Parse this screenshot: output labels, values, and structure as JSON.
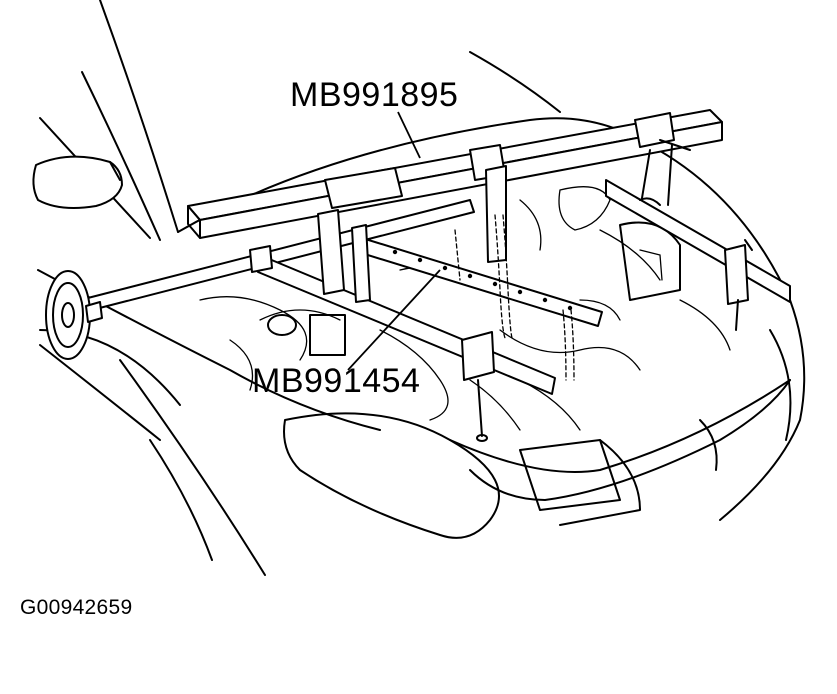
{
  "diagram": {
    "labels": {
      "top_tool": "MB991895",
      "middle_tool": "MB991454"
    },
    "figure_id": "G00942659"
  }
}
